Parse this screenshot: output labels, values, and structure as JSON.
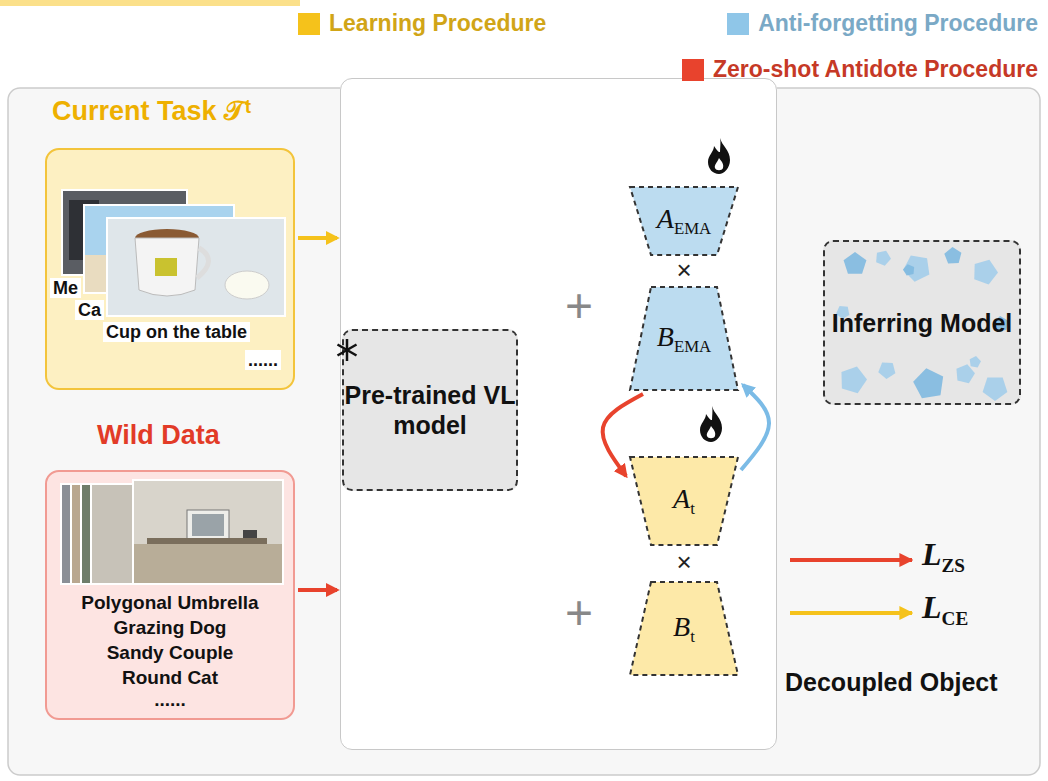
{
  "diagram": {
    "nodes": [
      {
        "text": [
          "Current Task 𝒯ᵗ",
          "Me",
          "Ca",
          "Cup on the table",
          "......"
        ]
      },
      {
        "text": [
          "Wild Data",
          "Polygonal Umbrella",
          "Grazing Dog",
          "Sandy Couple",
          "Round Cat",
          "......"
        ]
      },
      {
        "text": [
          "×",
          "+",
          "×",
          "+"
        ]
      },
      {
        "text": [
          "Pre-trained VL model"
        ],
        "in": 2
      },
      {
        "text": [
          "AEMA"
        ],
        "in": 2
      },
      {
        "text": [
          "BEMA"
        ],
        "in": 2
      },
      {
        "text": [
          "At"
        ],
        "in": 2
      },
      {
        "text": [
          "Bt"
        ],
        "in": 2
      },
      {
        "text": [
          "Inferring Model"
        ]
      }
    ],
    "edges": [
      {
        "from": 0,
        "to": 2,
        "arrow": "to"
      },
      {
        "from": 1,
        "to": 2,
        "arrow": "to"
      },
      {
        "from": 5,
        "to": 6,
        "arrow": "to"
      },
      {
        "from": 6,
        "to": 5,
        "arrow": "to"
      }
    ],
    "labels": [
      "LZS",
      "LCE",
      "Decoupled Object"
    ],
    "legend": [
      {
        "text": "Learning Procedure",
        "color": "#f5c21b"
      },
      {
        "text": "Anti-forgetting Procedure",
        "color": "#8fc6e8"
      },
      {
        "text": "Zero-shot Antidote Procedure",
        "color": "#e8432d"
      }
    ]
  }
}
